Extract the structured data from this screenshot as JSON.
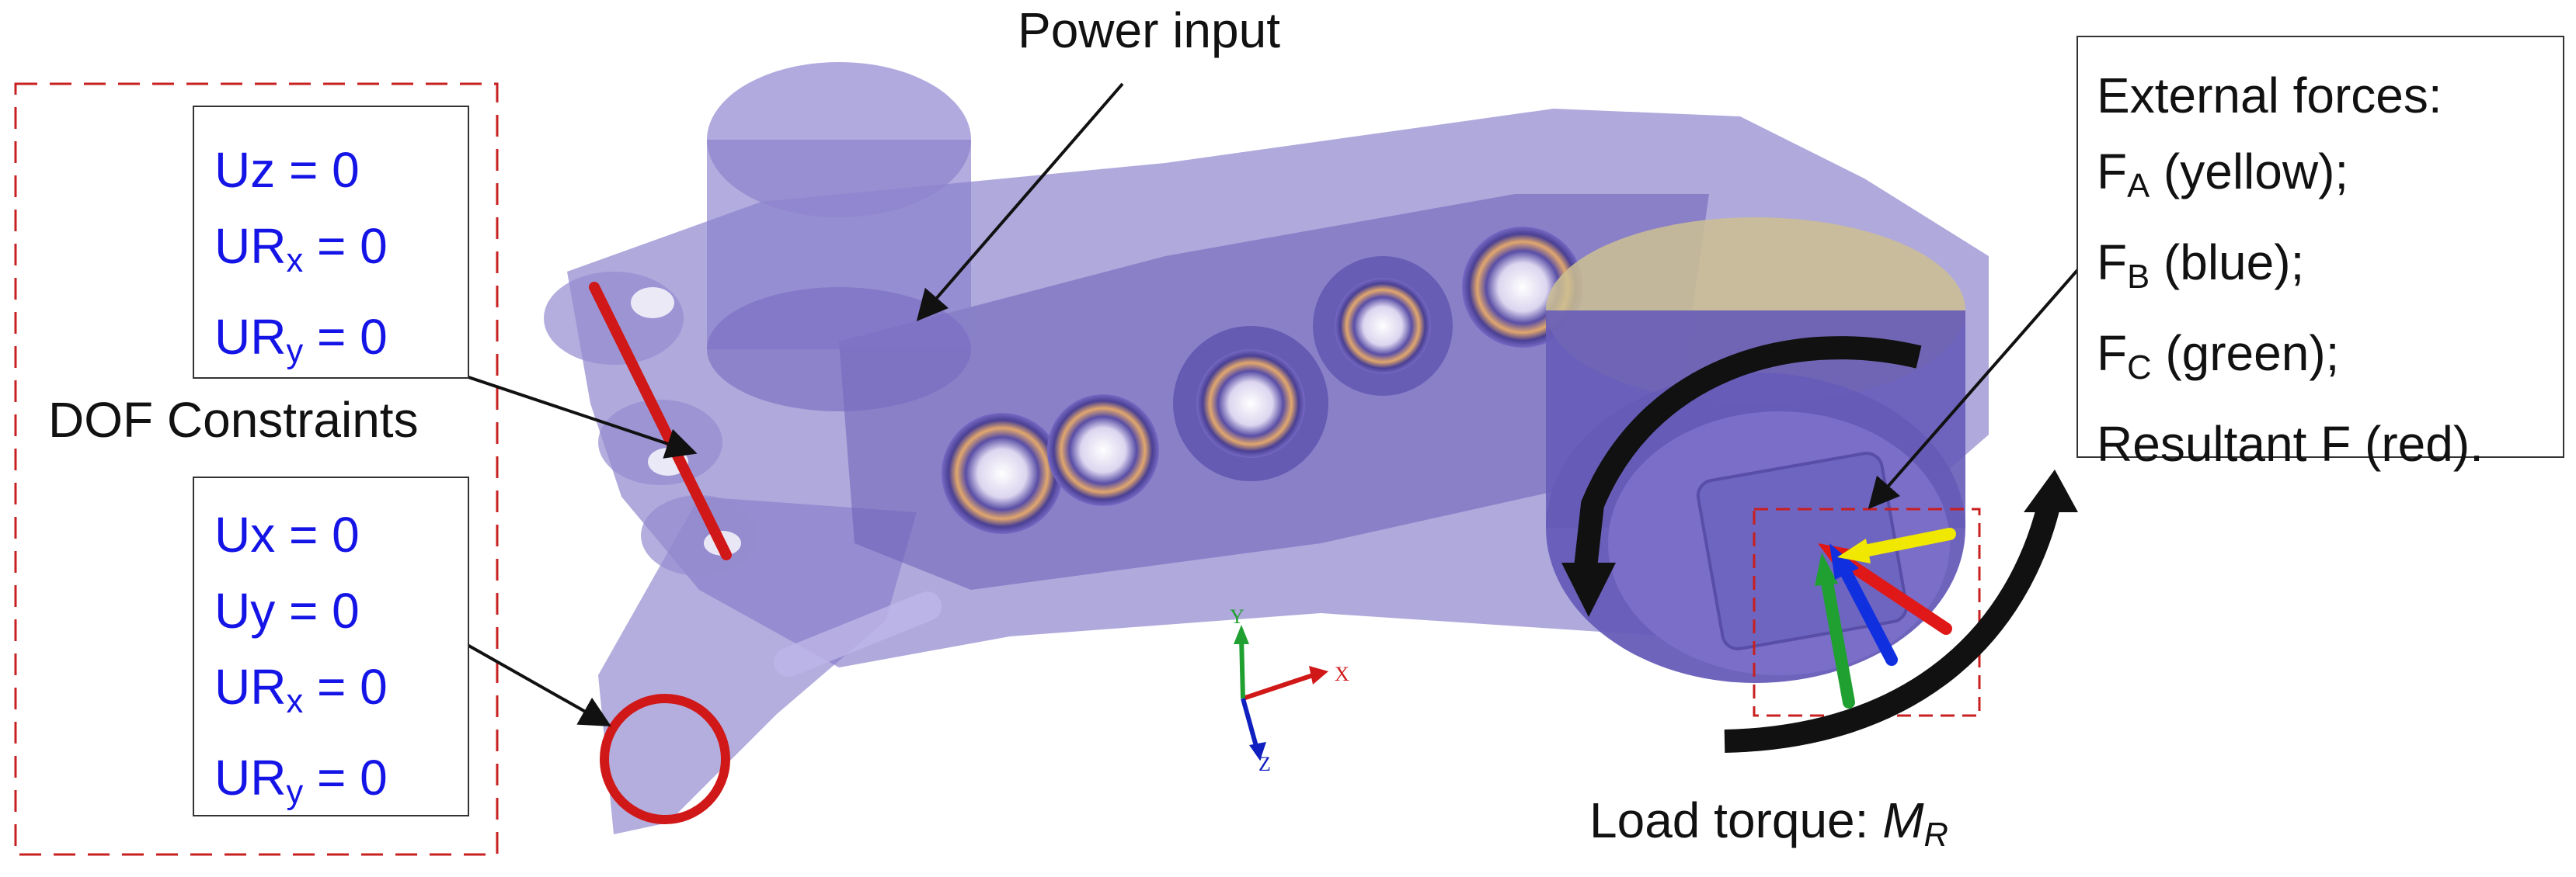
{
  "labels": {
    "power_input": "Power input",
    "dof_constraints": "DOF Constraints",
    "load_torque": "Load torque: ",
    "load_torque_symbol": "M",
    "load_torque_sub": "R"
  },
  "top_constraints": [
    {
      "main": "Uz = 0",
      "pre": "Uz = 0",
      "sub": "",
      "post": ""
    },
    {
      "pre": "UR",
      "sub": "x",
      "post": " = 0"
    },
    {
      "pre": "UR",
      "sub": "y",
      "post": " = 0"
    }
  ],
  "bottom_constraints": [
    {
      "pre": "Ux = 0",
      "sub": "",
      "post": ""
    },
    {
      "pre": "Uy = 0",
      "sub": "",
      "post": ""
    },
    {
      "pre": "UR",
      "sub": "x",
      "post": " = 0"
    },
    {
      "pre": "UR",
      "sub": "y",
      "post": " = 0"
    }
  ],
  "external_forces": {
    "title": "External forces:",
    "items": [
      {
        "pre": "F",
        "sub": "A",
        "post": " (yellow);"
      },
      {
        "pre": "F",
        "sub": "B",
        "post": " (blue);"
      },
      {
        "pre": "F",
        "sub": "C",
        "post": " (green);"
      },
      {
        "pre": "Resultant F (red).",
        "sub": "",
        "post": ""
      }
    ]
  },
  "axis_triad": {
    "x": "X",
    "y": "Y",
    "z": "Z"
  },
  "colors": {
    "constraint_text": "#1414e6",
    "dashed_frame": "#c82020",
    "mechanism": "#6a5cc0",
    "force_A": "#f0e800",
    "force_B": "#1030e0",
    "force_C": "#20a030",
    "force_resultant": "#e01818",
    "torque_arrow": "#111111"
  }
}
